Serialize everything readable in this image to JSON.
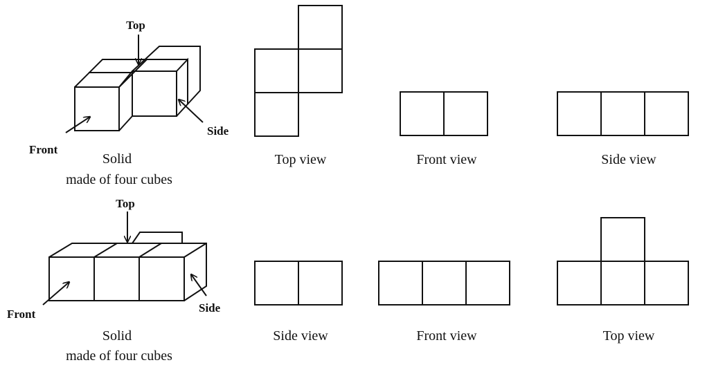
{
  "row1": {
    "solid": {
      "pointer_top": "Top",
      "pointer_front": "Front",
      "pointer_side": "Side",
      "caption_line1": "Solid",
      "caption_line2": "made of four cubes"
    },
    "view1_caption": "Top view",
    "view2_caption": "Front view",
    "view3_caption": "Side view"
  },
  "row2": {
    "solid": {
      "pointer_top": "Top",
      "pointer_front": "Front",
      "pointer_side": "Side",
      "caption_line1": "Solid",
      "caption_line2": "made of four cubes"
    },
    "view1_caption": "Side view",
    "view2_caption": "Front view",
    "view3_caption": "Top view"
  }
}
